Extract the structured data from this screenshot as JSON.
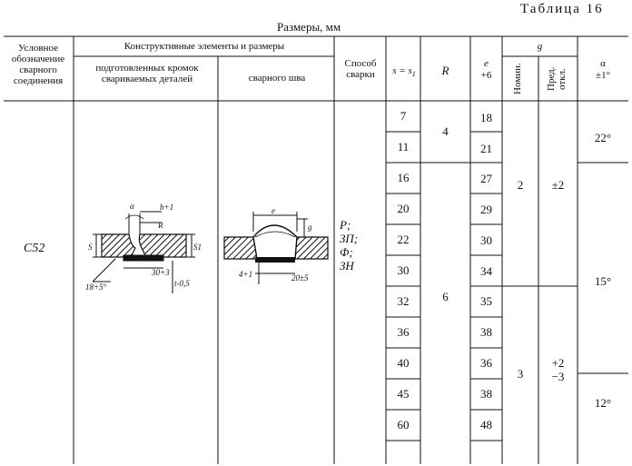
{
  "caption": "Таблица 16",
  "units": "Размеры, мм",
  "headers": {
    "joint": "Условное обозначение сварного соединения",
    "elements": "Конструктивные элементы и размеры",
    "prepared": "подготовленных кромок свариваемых деталей",
    "weld": "сварного шва",
    "method": "Способ сварки",
    "s": "s = s",
    "s_sub": "1",
    "r": "R",
    "e": "e",
    "e_tol": "+6",
    "g": "g",
    "g_nom": "Номин.",
    "g_dev": "Пред. откл.",
    "alpha": "α",
    "alpha_tol": "±1°"
  },
  "joint_code": "С52",
  "method": [
    "Р;",
    "ЗП;",
    "Ф;",
    "ЗН"
  ],
  "s_values": [
    "7",
    "11",
    "16",
    "20",
    "22",
    "30",
    "32",
    "36",
    "40",
    "45",
    "60"
  ],
  "e_values": [
    "18",
    "21",
    "27",
    "29",
    "30",
    "34",
    "35",
    "38",
    "36",
    "38",
    "48"
  ],
  "r_values": [
    "4",
    "6"
  ],
  "g_nom": [
    "2",
    "3"
  ],
  "g_dev": [
    "±2",
    "+2",
    "−3"
  ],
  "alpha": [
    "22°",
    "15°",
    "12°"
  ],
  "drawing_labels": {
    "alpha": "α",
    "b_tol": "b+1",
    "r": "R",
    "s": "S",
    "s1": "S1",
    "c30": "30+3",
    "t05": "t-0,5",
    "a18": "18+5°",
    "e": "e",
    "g": "g",
    "b1": "4+1",
    "c20": "20±5"
  }
}
